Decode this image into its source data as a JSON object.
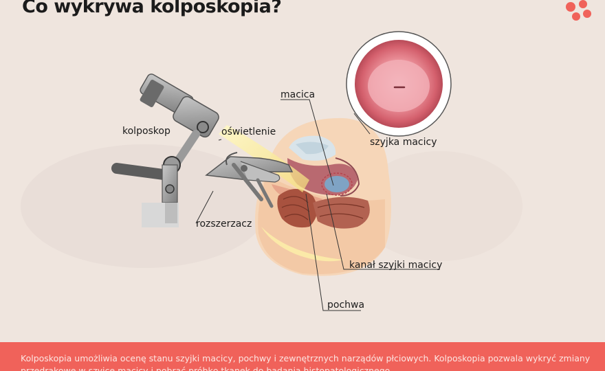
{
  "title": "Co wykrywa kolposkopia?",
  "labels": {
    "kolposkop": "kolposkop",
    "oswietlenie": "oświetlenie",
    "macica": "macica",
    "szyjka": "szyjka macicy",
    "rozszerzacz": "rozszerzacz",
    "kanal": "kanał szyjki macicy",
    "pochwa": "pochwa"
  },
  "footer": {
    "text": "Kolposkopia umożliwia ocenę stanu szyjki macicy, pochwy i zewnętrznych narządów płciowych. Kolposkopia pozwala wykryć zmiany przedrakowe w szyjce macicy i pobrać próbkę tkanek do badania histopatologicznego."
  },
  "colors": {
    "background": "#efe5de",
    "footer": "#f0625a",
    "logo": "#f0625a"
  },
  "icons": {
    "logo": "dots-cross-logo"
  }
}
